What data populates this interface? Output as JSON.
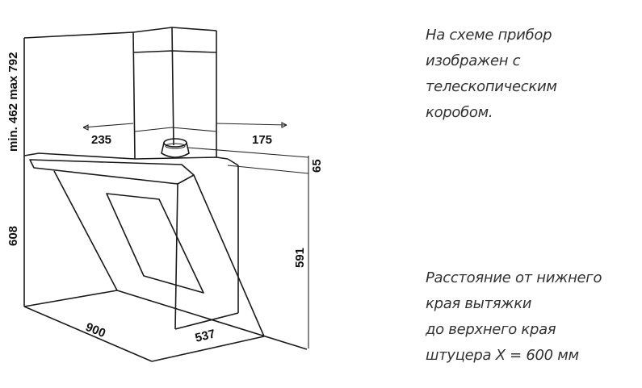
{
  "dimensions": {
    "chimney_height": "min. 462 max 792",
    "left_offset": "235",
    "right_offset": "175",
    "duct_height": "65",
    "total_height": "608",
    "hood_height": "591",
    "width": "900",
    "depth": "537"
  },
  "notes": {
    "telescopic": [
      "На схеме прибор",
      "изображен с",
      "телескопическим",
      "коробом."
    ],
    "distance": [
      "Расстояние от нижнего",
      "края вытяжки",
      "до верхнего края",
      "штуцера X = 600 мм"
    ]
  }
}
